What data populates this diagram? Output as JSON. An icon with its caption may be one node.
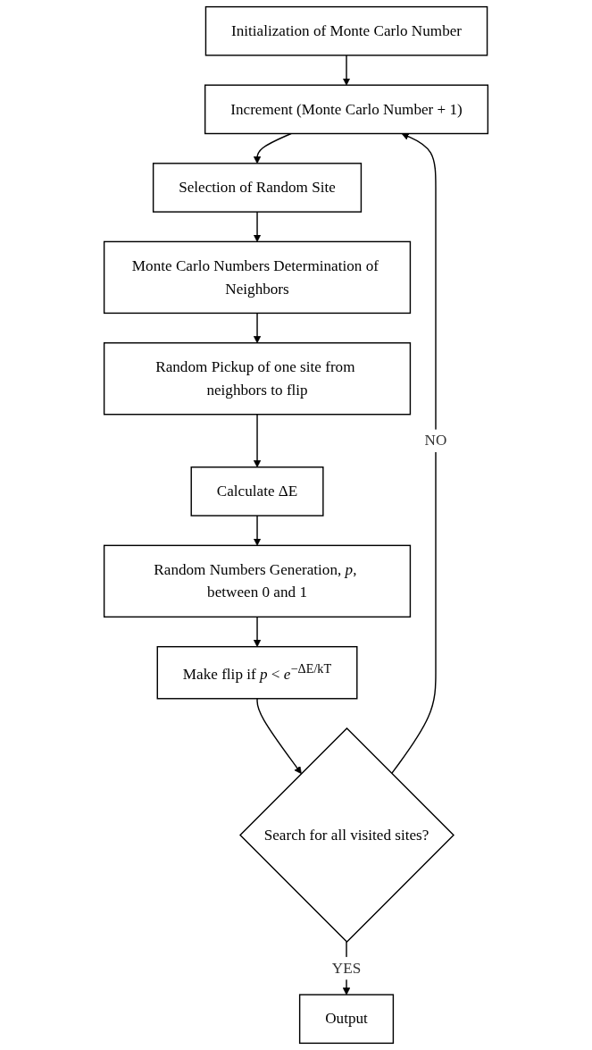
{
  "diagram": {
    "nodes": [
      {
        "text": [
          "Initialization of Monte Carlo Number"
        ]
      },
      {
        "text": [
          "Increment (Monte Carlo Number + 1)"
        ]
      },
      {
        "text": [
          "Selection of Random Site"
        ]
      },
      {
        "text": [
          "Monte Carlo Numbers Determination of Neighbors"
        ]
      },
      {
        "text": [
          "Random Pickup of one site from neighbors to flip"
        ]
      },
      {
        "text": [
          "Calculate ΔE"
        ]
      },
      {
        "text": [
          "Random Numbers Generation, *p*, between 0 and 1"
        ]
      },
      {
        "text": [
          "Make flip if *p* < *e*$^{−ΔE/kT}$"
        ]
      },
      {
        "text": [
          "Search for all visited sites?"
        ]
      },
      {
        "text": [
          "Output"
        ]
      }
    ],
    "edges": [
      {
        "from": 0,
        "to": 1,
        "arrow": "to"
      },
      {
        "from": 1,
        "to": 2,
        "arrow": "to"
      },
      {
        "from": 2,
        "to": 3,
        "arrow": "to"
      },
      {
        "from": 3,
        "to": 4,
        "arrow": "to"
      },
      {
        "from": 4,
        "to": 5,
        "arrow": "to"
      },
      {
        "from": 5,
        "to": 6,
        "arrow": "to"
      },
      {
        "from": 6,
        "to": 7,
        "arrow": "to"
      },
      {
        "from": 7,
        "to": 8,
        "arrow": "to"
      },
      {
        "from": 8,
        "to": 9,
        "label": "YES",
        "arrow": "to"
      },
      {
        "from": 8,
        "to": 1,
        "label": "NO",
        "arrow": "to"
      }
    ]
  }
}
